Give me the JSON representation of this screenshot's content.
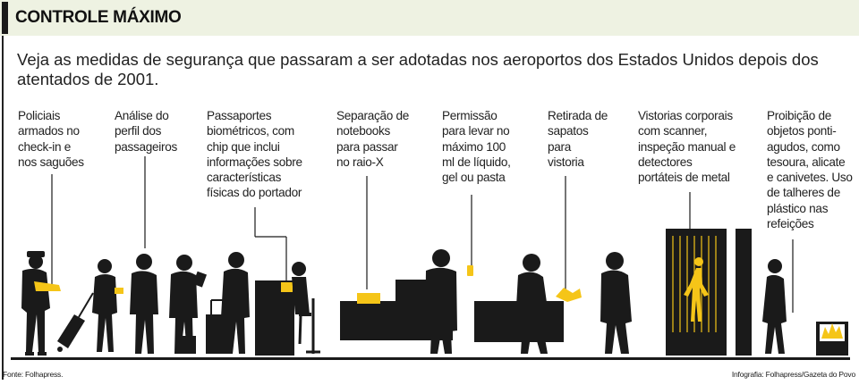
{
  "title": "CONTROLE MÁXIMO",
  "subtitle": "Veja as medidas de segurança que passaram a ser adotadas nos aeroportos dos Estados Unidos depois dos atentados de 2001.",
  "measures": [
    {
      "lines": [
        "Policiais",
        "armados no",
        "check-in e",
        "nos saguões"
      ]
    },
    {
      "lines": [
        "Análise do",
        "perfil dos",
        "passageiros"
      ]
    },
    {
      "lines": [
        "Passaportes",
        "biométricos, com",
        "chip que inclui",
        "informações sobre",
        "características",
        "físicas do portador"
      ]
    },
    {
      "lines": [
        "Separação de",
        "notebooks",
        "para passar",
        "no raio-X"
      ]
    },
    {
      "lines": [
        "Permissão",
        "para levar no",
        "máximo 100",
        "ml de líquido,",
        "gel ou pasta"
      ]
    },
    {
      "lines": [
        "Retirada de",
        "sapatos",
        "para",
        "vistoria"
      ]
    },
    {
      "lines": [
        "Vistorias corporais",
        "com scanner,",
        "inspeção manual e",
        "detectores",
        "portáteis de metal"
      ]
    },
    {
      "lines": [
        "Proibição de",
        "objetos ponti-",
        "agudos, como",
        "tesoura, alicate",
        "e canivetes. Uso",
        "de talheres de",
        "plástico nas",
        "refeições"
      ]
    }
  ],
  "footer": {
    "source": "Fonte: Folhapress.",
    "credit": "Infografia: Folhapress/Gazeta do Povo"
  },
  "colors": {
    "header_bg": "#eef2e2",
    "silhouette": "#1a1a1a",
    "highlight": "#f5c518"
  },
  "icons": [
    "police-officer",
    "passenger-silhouettes",
    "passport-desk",
    "xray-conveyor",
    "liquid-bottle",
    "shoes",
    "body-scanner",
    "knife-fork-bin"
  ]
}
